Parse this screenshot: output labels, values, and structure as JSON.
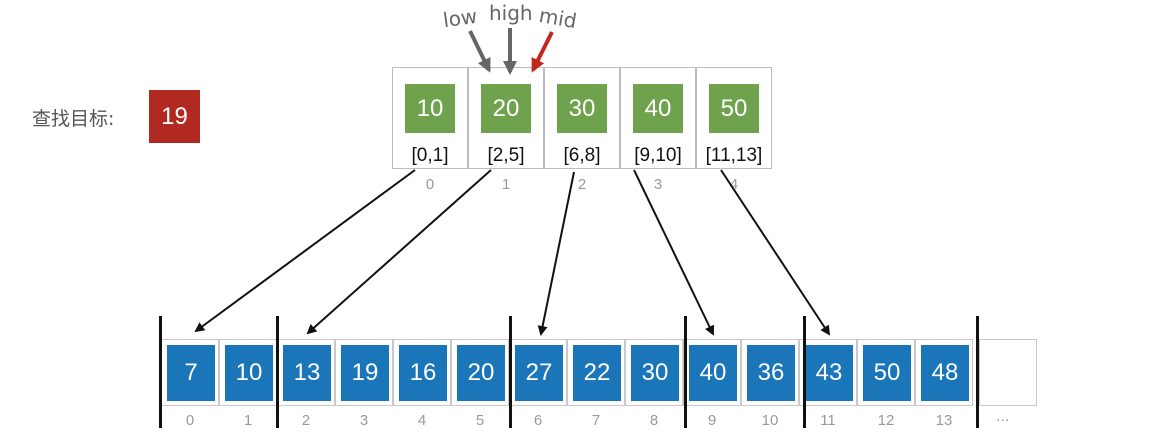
{
  "target": {
    "label": "查找目标:",
    "value": "19"
  },
  "pointers": {
    "low": "low",
    "high": "high",
    "mid": "mid"
  },
  "index_table": [
    {
      "key": "10",
      "range": "[0,1]",
      "pos": "0"
    },
    {
      "key": "20",
      "range": "[2,5]",
      "pos": "1"
    },
    {
      "key": "30",
      "range": "[6,8]",
      "pos": "2"
    },
    {
      "key": "40",
      "range": "[9,10]",
      "pos": "3"
    },
    {
      "key": "50",
      "range": "[11,13]",
      "pos": "4"
    }
  ],
  "data_array": [
    {
      "value": "7",
      "pos": "0"
    },
    {
      "value": "10",
      "pos": "1"
    },
    {
      "value": "13",
      "pos": "2"
    },
    {
      "value": "19",
      "pos": "3"
    },
    {
      "value": "16",
      "pos": "4"
    },
    {
      "value": "20",
      "pos": "5"
    },
    {
      "value": "27",
      "pos": "6"
    },
    {
      "value": "22",
      "pos": "7"
    },
    {
      "value": "30",
      "pos": "8"
    },
    {
      "value": "40",
      "pos": "9"
    },
    {
      "value": "36",
      "pos": "10"
    },
    {
      "value": "43",
      "pos": "11"
    },
    {
      "value": "50",
      "pos": "12"
    },
    {
      "value": "48",
      "pos": "13"
    }
  ],
  "data_ellipsis": "...",
  "colors": {
    "target": "#b12a22",
    "index_key": "#6fa24c",
    "data_value": "#1a75b9",
    "mid_arrow": "#c0281e",
    "pointer_arrow": "#666666"
  }
}
